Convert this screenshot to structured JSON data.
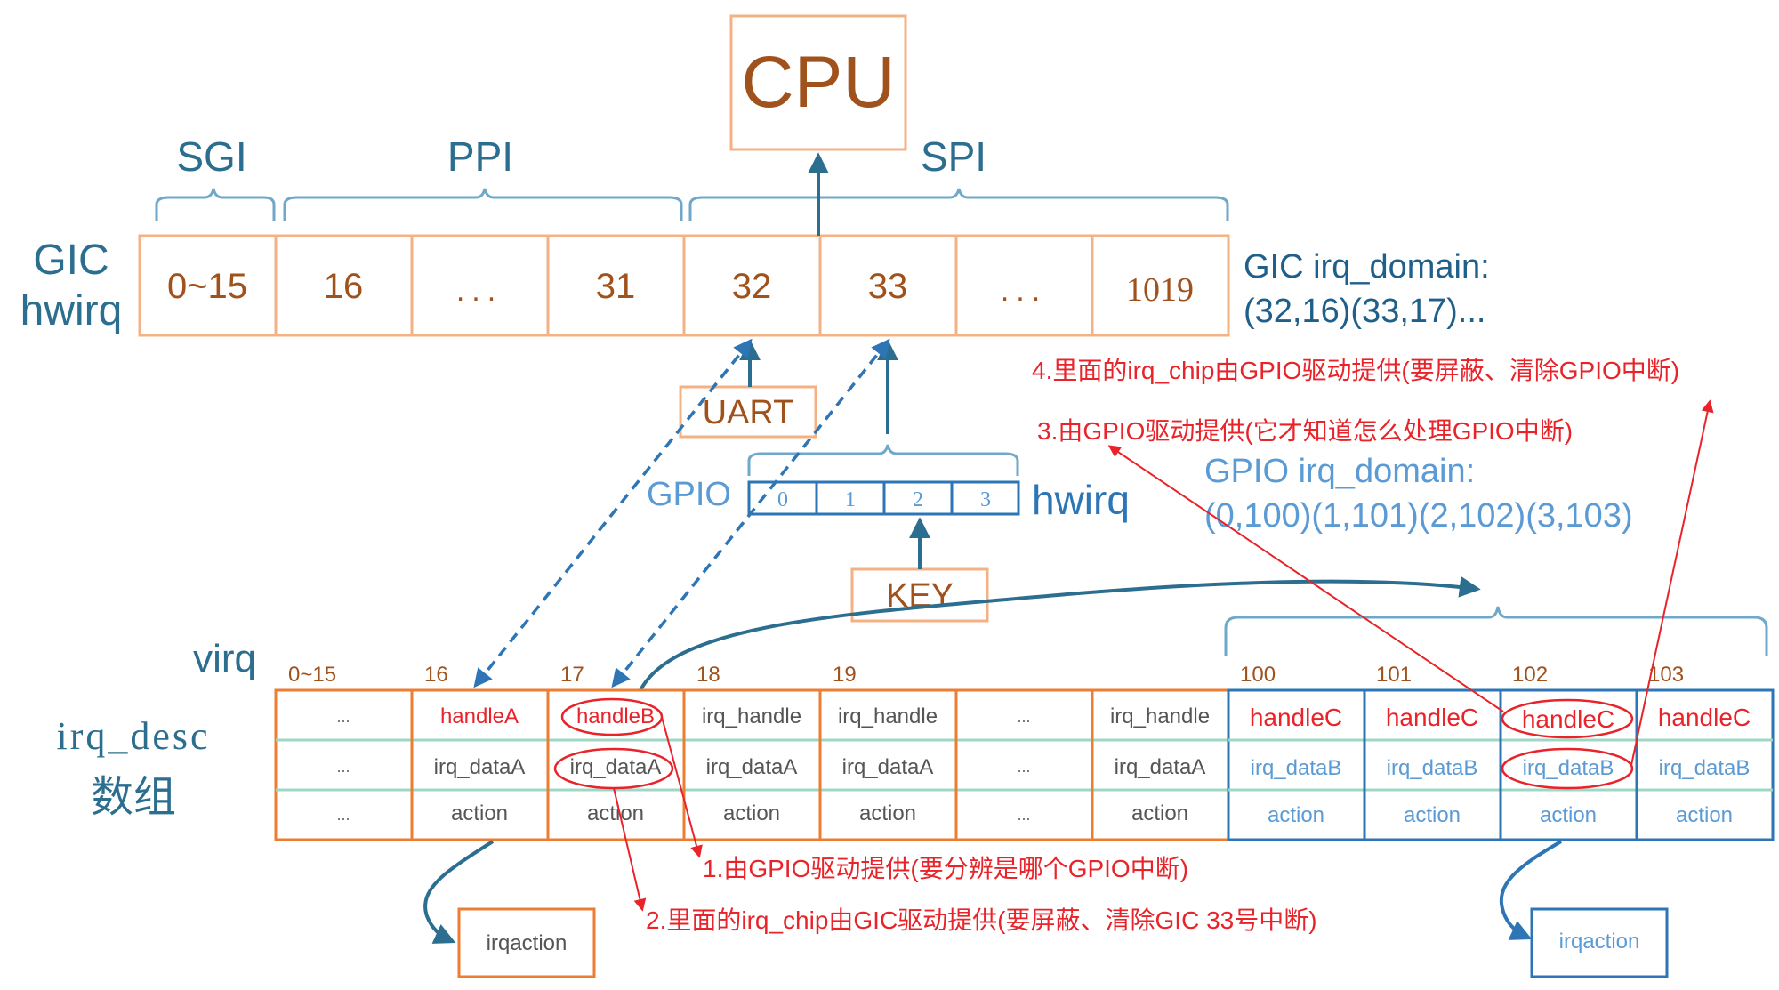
{
  "colors": {
    "orange": "#ed7d31",
    "orange_text": "#a0521d",
    "cpu_box": "#f4b183",
    "blue": "#2e75b6",
    "blue_dark": "#1f5f8b",
    "teal": "#2c6e8f",
    "bracket": "#6fa8c8",
    "red": "#e8232a",
    "green_line": "#9fd7c6",
    "light_blue_cell": "#5b9bd5"
  },
  "cpu": {
    "label": "CPU"
  },
  "groups": {
    "sgi": "SGI",
    "ppi": "PPI",
    "spi": "SPI"
  },
  "gic": {
    "label_line1": "GIC",
    "label_line2": "hwirq",
    "cells": [
      "0~15",
      "16",
      "...",
      "31",
      "32",
      "33",
      "...",
      "1019"
    ],
    "domain_line1": "GIC irq_domain:",
    "domain_line2": "(32,16)(33,17)..."
  },
  "uart": {
    "label": "UART"
  },
  "gpio": {
    "label": "GPIO",
    "cells": [
      "0",
      "1",
      "2",
      "3"
    ],
    "hwirq_label": "hwirq",
    "domain_line1": "GPIO irq_domain:",
    "domain_line2": "(0,100)(1,101)(2,102)(3,103)"
  },
  "key": {
    "label": "KEY"
  },
  "virq": {
    "label": "virq",
    "desc_label_line1": "irq_desc",
    "desc_label_line2": "数组",
    "orange_columns": [
      {
        "index": "0~15",
        "handle": "...",
        "data": "...",
        "action": "..."
      },
      {
        "index": "16",
        "handle": "handleA",
        "data": "irq_dataA",
        "action": "action"
      },
      {
        "index": "17",
        "handle": "handleB",
        "data": "irq_dataA",
        "action": "action"
      },
      {
        "index": "18",
        "handle": "irq_handle",
        "data": "irq_dataA",
        "action": "action"
      },
      {
        "index": "19",
        "handle": "irq_handle",
        "data": "irq_dataA",
        "action": "action"
      },
      {
        "index": "",
        "handle": "...",
        "data": "...",
        "action": "..."
      },
      {
        "index": "",
        "handle": "irq_handle",
        "data": "irq_dataA",
        "action": "action"
      }
    ],
    "blue_columns": [
      {
        "index": "100",
        "handle": "handleC",
        "data": "irq_dataB",
        "action": "action"
      },
      {
        "index": "101",
        "handle": "handleC",
        "data": "irq_dataB",
        "action": "action"
      },
      {
        "index": "102",
        "handle": "handleC",
        "data": "irq_dataB",
        "action": "action"
      },
      {
        "index": "103",
        "handle": "handleC",
        "data": "irq_dataB",
        "action": "action"
      }
    ]
  },
  "irqaction_left": "irqaction",
  "irqaction_right": "irqaction",
  "annotations": {
    "note1": "1.由GPIO驱动提供(要分辨是哪个GPIO中断)",
    "note2": "2.里面的irq_chip由GIC驱动提供(要屏蔽、清除GIC 33号中断)",
    "note3": "3.由GPIO驱动提供(它才知道怎么处理GPIO中断)",
    "note4": "4.里面的irq_chip由GPIO驱动提供(要屏蔽、清除GPIO中断)"
  }
}
